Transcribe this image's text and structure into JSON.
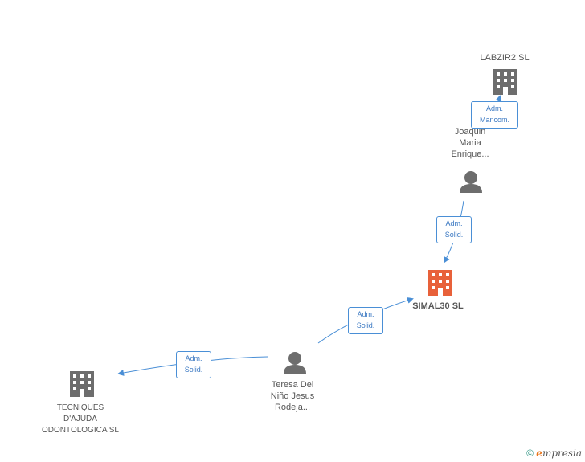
{
  "nodes": {
    "labzir2": {
      "label": "LABZIR2 SL",
      "type": "company"
    },
    "joaquin": {
      "label_lines": [
        "Joaquin",
        "Maria",
        "Enrique..."
      ],
      "type": "person"
    },
    "simal30": {
      "label": "SIMAL30 SL",
      "type": "company",
      "highlight": true
    },
    "teresa": {
      "label_lines": [
        "Teresa Del",
        "Niño Jesus",
        "Rodeja..."
      ],
      "type": "person"
    },
    "tecniques": {
      "label_lines": [
        "TECNIQUES",
        "D'AJUDA",
        "ODONTOLOGICA SL"
      ],
      "type": "company"
    }
  },
  "edges": {
    "e1": {
      "lines": [
        "Adm.",
        "Mancom."
      ],
      "from": "joaquin",
      "to": "labzir2"
    },
    "e2": {
      "lines": [
        "Adm.",
        "Solid."
      ],
      "from": "joaquin",
      "to": "simal30"
    },
    "e3": {
      "lines": [
        "Adm.",
        "Solid."
      ],
      "from": "teresa",
      "to": "simal30"
    },
    "e4": {
      "lines": [
        "Adm.",
        "Solid."
      ],
      "from": "teresa",
      "to": "tecniques"
    }
  },
  "colors": {
    "company": "#6d6d6d",
    "highlight": "#e8613a",
    "person": "#6d6d6d",
    "edge": "#4a8fd6"
  },
  "footer": {
    "copyright_symbol": "©",
    "brand_initial": "e",
    "brand_rest": "mpresia"
  }
}
